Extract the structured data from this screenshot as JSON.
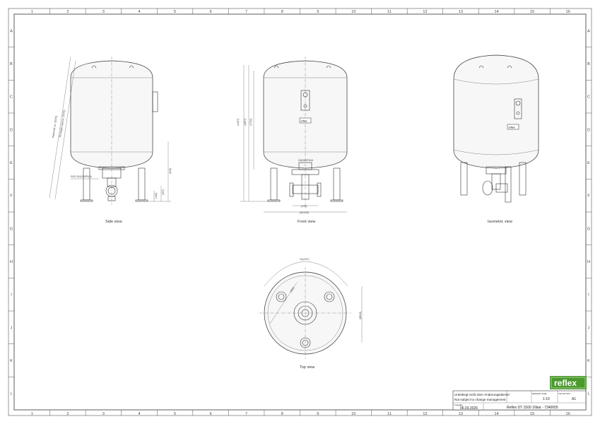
{
  "sheet": {
    "columns": [
      "1",
      "2",
      "3",
      "4",
      "5",
      "6",
      "7",
      "8",
      "9",
      "10",
      "11",
      "12",
      "13",
      "14",
      "15",
      "16"
    ],
    "rows": [
      "A",
      "B",
      "C",
      "D",
      "E",
      "F",
      "G",
      "H",
      "I",
      "J",
      "K",
      "L"
    ]
  },
  "views": {
    "side": "Side view",
    "front": "Front view",
    "iso": "Isometric view",
    "top": "Top view"
  },
  "dimensions": {
    "side_a": "Kippmaß ca. (2570)",
    "side_b": "Tilt height approx. (2570)",
    "side_conn": "SDD DN125/PN16",
    "side_h1": "(819)",
    "side_h2": "(397)",
    "side_h3": "(136)",
    "front_h1": "(1497)",
    "front_h2": "(1657)",
    "front_h3": "(1732)",
    "front_conn": "DN250/PN16",
    "front_w1": "(314)",
    "front_w2": "(Ø1200)",
    "top_arc": "3x(120°)",
    "top_d1": "(500)",
    "top_d2": "(Ø940)"
  },
  "logo": "reflex",
  "title_block": {
    "note_de": "Unterliegt nicht dem Änderungsdienst/",
    "note_en": "Not subject to change management",
    "scale_label": "Maßstab/ Scale",
    "scale": "1:10",
    "format_label": "Format/ Size",
    "format": "A1",
    "release_label": "Freigabe",
    "date": "06.03.2026",
    "title": "Reflex DT 1500 16bar - 7340005"
  },
  "colors": {
    "logo_green": "#4a9a2c"
  }
}
